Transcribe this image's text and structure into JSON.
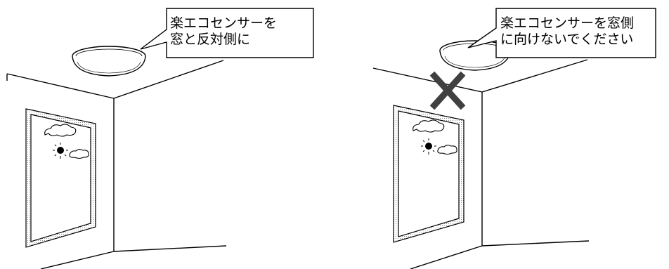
{
  "panels": [
    {
      "id": "correct",
      "callout": {
        "line1": "楽エコセンサーを",
        "line2": "窓と反対側に"
      },
      "mark": null
    },
    {
      "id": "incorrect",
      "callout": {
        "line1": "楽エコセンサーを窓側",
        "line2": "に向けないでください"
      },
      "mark": "cross-icon"
    }
  ],
  "colors": {
    "line": "#000000",
    "lamp_fill": "#ffffff",
    "cross": "#404040",
    "hatch": "#777777"
  }
}
